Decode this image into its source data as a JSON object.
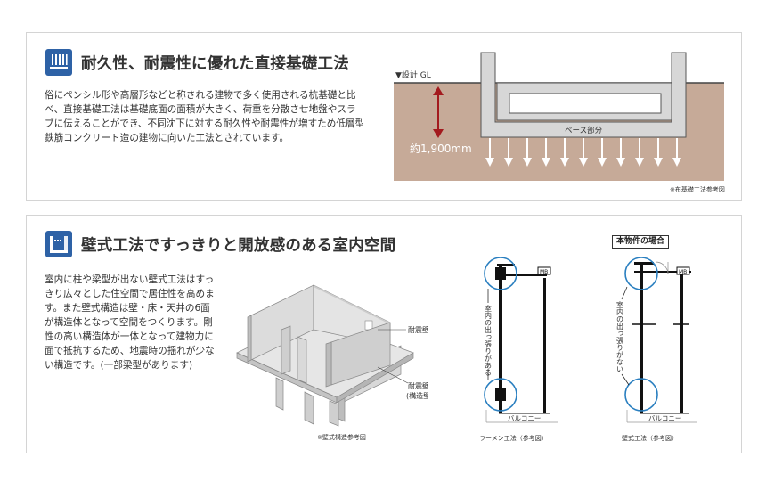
{
  "section1": {
    "title": "耐久性、耐震性に優れた直接基礎工法",
    "paragraph": "俗にペンシル形や高層形などと称される建物で多く使用される杭基礎と比べ、直接基礎工法は基礎底面の面積が大きく、荷重を分散させ地盤やスラブに伝えることができ、不同沈下に対する耐久性や耐震性が増すため低層型鉄筋コンクリート造の建物に向いた工法とされています。",
    "diagram": {
      "gl_label": "▼設計 GL",
      "base_label": "ベース部分",
      "depth_label": "約1,900mm",
      "caption": "※布基礎工法参考図"
    }
  },
  "section2": {
    "title": "壁式工法ですっきりと開放感のある室内空間",
    "paragraph": "室内に柱や梁型が出ない壁式工法はすっきり広々とした住空間で居住性を高めます。また壁式構造は壁・床・天井の6面が構造体となって空間をつくります。剛性の高い構造体が一体となって建物力に面で抵抗するため、地震時の揺れが少ない構造です。(一部梁型があります)",
    "iso_diagram": {
      "label_wall": "耐震壁",
      "label_wall_struct": "耐震壁\n(構造壁)",
      "caption": "※壁式構造参考図"
    },
    "rahmen": {
      "vertical_label": "室内の出っ張りがある",
      "mb_label": "MB",
      "balcony_label": "バルコニー",
      "caption": "ラーメン工法（参考図）"
    },
    "wallstyle": {
      "header": "本物件の場合",
      "vertical_label": "室内の出っ張りがない",
      "mb_label": "MB",
      "balcony_label": "バルコニー",
      "caption": "壁式工法（参考図）"
    }
  },
  "colors": {
    "accent": "#2e62a6",
    "ground": "#c6aa98",
    "concrete": "#d7d7d7",
    "arrow": "#a31a1e"
  }
}
